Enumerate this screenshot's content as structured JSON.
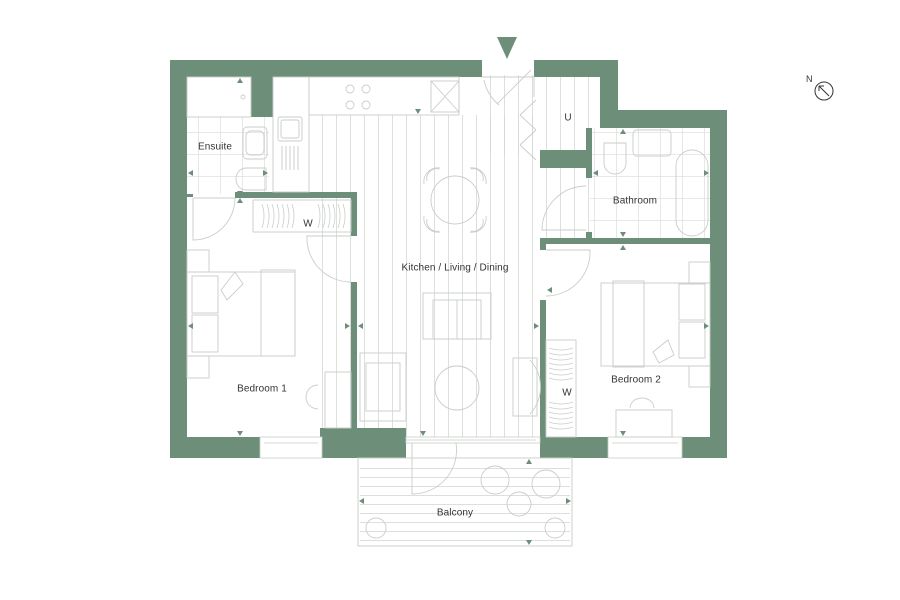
{
  "plan": {
    "type": "apartment floor plan",
    "colors": {
      "wall": "#6d8f79",
      "line": "#c9cec9",
      "marker": "#6d8f79",
      "text": "#333333",
      "background": "#ffffff"
    },
    "rooms": [
      {
        "id": "ensuite",
        "label": "Ensuite"
      },
      {
        "id": "kitchen-living-dining",
        "label": "Kitchen / Living / Dining"
      },
      {
        "id": "utility",
        "label": "U"
      },
      {
        "id": "bathroom",
        "label": "Bathroom"
      },
      {
        "id": "bedroom-1",
        "label": "Bedroom 1"
      },
      {
        "id": "bedroom-2",
        "label": "Bedroom 2"
      },
      {
        "id": "balcony",
        "label": "Balcony"
      }
    ],
    "wardrobes": [
      {
        "room": "bedroom-1",
        "label": "W"
      },
      {
        "room": "bedroom-2",
        "label": "W"
      }
    ],
    "compass": {
      "label": "N"
    },
    "entrance_marker": "entrance-arrow"
  }
}
